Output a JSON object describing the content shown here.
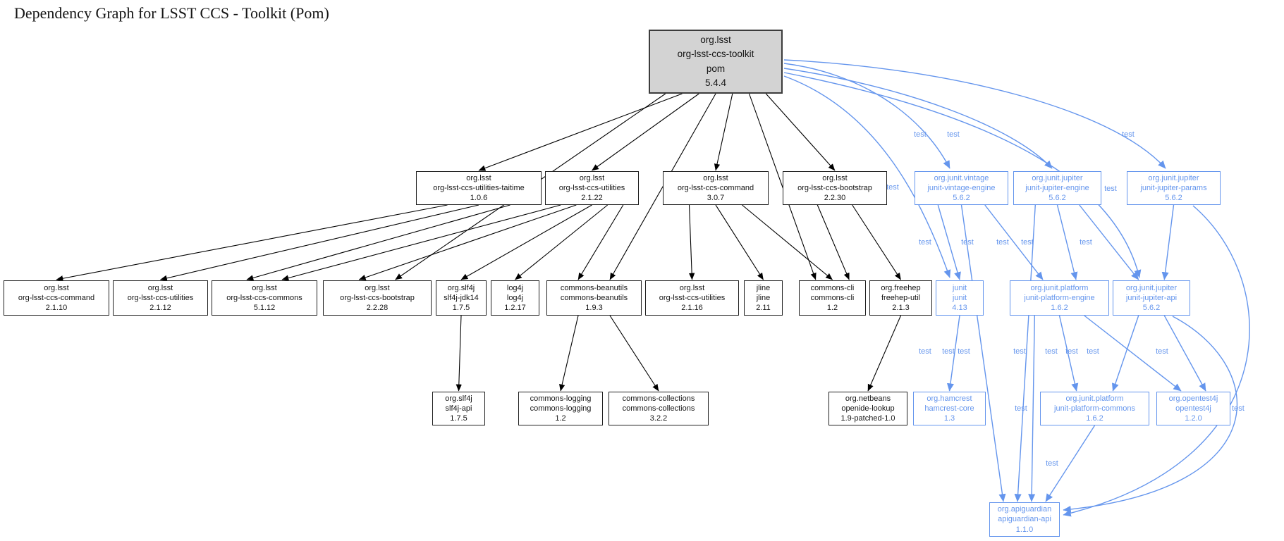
{
  "title": "Dependency Graph for LSST CCS - Toolkit (Pom)",
  "colors": {
    "accent_test": "#6495ED",
    "root_fill": "#d3d3d3",
    "edge_black": "#000000"
  },
  "nodes": [
    {
      "id": "root",
      "type": "root",
      "lines": [
        "org.lsst",
        "org-lsst-ccs-toolkit",
        "pom",
        "5.4.4"
      ]
    },
    {
      "id": "taitime",
      "type": "compile",
      "lines": [
        "org.lsst",
        "org-lsst-ccs-utilities-taitime",
        "1.0.6"
      ]
    },
    {
      "id": "utilities22",
      "type": "compile",
      "lines": [
        "org.lsst",
        "org-lsst-ccs-utilities",
        "2.1.22"
      ]
    },
    {
      "id": "command307",
      "type": "compile",
      "lines": [
        "org.lsst",
        "org-lsst-ccs-command",
        "3.0.7"
      ]
    },
    {
      "id": "bootstrap2230",
      "type": "compile",
      "lines": [
        "org.lsst",
        "org-lsst-ccs-bootstrap",
        "2.2.30"
      ]
    },
    {
      "id": "vintage",
      "type": "test",
      "lines": [
        "org.junit.vintage",
        "junit-vintage-engine",
        "5.6.2"
      ]
    },
    {
      "id": "jupengine",
      "type": "test",
      "lines": [
        "org.junit.jupiter",
        "junit-jupiter-engine",
        "5.6.2"
      ]
    },
    {
      "id": "jupparams",
      "type": "test",
      "lines": [
        "org.junit.jupiter",
        "junit-jupiter-params",
        "5.6.2"
      ]
    },
    {
      "id": "command2110",
      "type": "compile",
      "lines": [
        "org.lsst",
        "org-lsst-ccs-command",
        "2.1.10"
      ]
    },
    {
      "id": "utilities2112",
      "type": "compile",
      "lines": [
        "org.lsst",
        "org-lsst-ccs-utilities",
        "2.1.12"
      ]
    },
    {
      "id": "commons5112",
      "type": "compile",
      "lines": [
        "org.lsst",
        "org-lsst-ccs-commons",
        "5.1.12"
      ]
    },
    {
      "id": "bootstrap2228",
      "type": "compile",
      "lines": [
        "org.lsst",
        "org-lsst-ccs-bootstrap",
        "2.2.28"
      ]
    },
    {
      "id": "slf4jjdk14",
      "type": "compile",
      "lines": [
        "org.slf4j",
        "slf4j-jdk14",
        "1.7.5"
      ]
    },
    {
      "id": "log4j",
      "type": "compile",
      "lines": [
        "log4j",
        "log4j",
        "1.2.17"
      ]
    },
    {
      "id": "beanutils",
      "type": "compile",
      "lines": [
        "commons-beanutils",
        "commons-beanutils",
        "1.9.3"
      ]
    },
    {
      "id": "utilities2116",
      "type": "compile",
      "lines": [
        "org.lsst",
        "org-lsst-ccs-utilities",
        "2.1.16"
      ]
    },
    {
      "id": "jline",
      "type": "compile",
      "lines": [
        "jline",
        "jline",
        "2.11"
      ]
    },
    {
      "id": "commonscli",
      "type": "compile",
      "lines": [
        "commons-cli",
        "commons-cli",
        "1.2"
      ]
    },
    {
      "id": "freehep",
      "type": "compile",
      "lines": [
        "org.freehep",
        "freehep-util",
        "2.1.3"
      ]
    },
    {
      "id": "junit",
      "type": "test",
      "lines": [
        "junit",
        "junit",
        "4.13"
      ]
    },
    {
      "id": "platengine",
      "type": "test",
      "lines": [
        "org.junit.platform",
        "junit-platform-engine",
        "1.6.2"
      ]
    },
    {
      "id": "jupapi",
      "type": "test",
      "lines": [
        "org.junit.jupiter",
        "junit-jupiter-api",
        "5.6.2"
      ]
    },
    {
      "id": "slf4japi",
      "type": "compile",
      "lines": [
        "org.slf4j",
        "slf4j-api",
        "1.7.5"
      ]
    },
    {
      "id": "clogging",
      "type": "compile",
      "lines": [
        "commons-logging",
        "commons-logging",
        "1.2"
      ]
    },
    {
      "id": "ccollections",
      "type": "compile",
      "lines": [
        "commons-collections",
        "commons-collections",
        "3.2.2"
      ]
    },
    {
      "id": "openide",
      "type": "compile",
      "lines": [
        "org.netbeans",
        "openide-lookup",
        "1.9-patched-1.0"
      ]
    },
    {
      "id": "hamcrest",
      "type": "test",
      "lines": [
        "org.hamcrest",
        "hamcrest-core",
        "1.3"
      ]
    },
    {
      "id": "platcommons",
      "type": "test",
      "lines": [
        "org.junit.platform",
        "junit-platform-commons",
        "1.6.2"
      ]
    },
    {
      "id": "opentest4j",
      "type": "test",
      "lines": [
        "org.opentest4j",
        "opentest4j",
        "1.2.0"
      ]
    },
    {
      "id": "apiguardian",
      "type": "test",
      "lines": [
        "org.apiguardian",
        "apiguardian-api",
        "1.1.0"
      ]
    }
  ],
  "edges": [
    {
      "from": "root",
      "to": "taitime",
      "scope": "compile"
    },
    {
      "from": "root",
      "to": "utilities22",
      "scope": "compile"
    },
    {
      "from": "root",
      "to": "command307",
      "scope": "compile"
    },
    {
      "from": "root",
      "to": "bootstrap2230",
      "scope": "compile"
    },
    {
      "from": "root",
      "to": "bootstrap2228",
      "scope": "compile"
    },
    {
      "from": "root",
      "to": "beanutils",
      "scope": "compile"
    },
    {
      "from": "root",
      "to": "commonscli",
      "scope": "compile"
    },
    {
      "from": "taitime",
      "to": "command2110",
      "scope": "compile"
    },
    {
      "from": "taitime",
      "to": "utilities2112",
      "scope": "compile"
    },
    {
      "from": "taitime",
      "to": "commons5112",
      "scope": "compile"
    },
    {
      "from": "utilities22",
      "to": "commons5112",
      "scope": "compile"
    },
    {
      "from": "utilities22",
      "to": "bootstrap2228",
      "scope": "compile"
    },
    {
      "from": "utilities22",
      "to": "slf4jjdk14",
      "scope": "compile"
    },
    {
      "from": "utilities22",
      "to": "log4j",
      "scope": "compile"
    },
    {
      "from": "utilities22",
      "to": "beanutils",
      "scope": "compile"
    },
    {
      "from": "command307",
      "to": "utilities2116",
      "scope": "compile"
    },
    {
      "from": "command307",
      "to": "jline",
      "scope": "compile"
    },
    {
      "from": "command307",
      "to": "commonscli",
      "scope": "compile"
    },
    {
      "from": "bootstrap2230",
      "to": "commonscli",
      "scope": "compile"
    },
    {
      "from": "bootstrap2230",
      "to": "freehep",
      "scope": "compile"
    },
    {
      "from": "slf4jjdk14",
      "to": "slf4japi",
      "scope": "compile"
    },
    {
      "from": "beanutils",
      "to": "clogging",
      "scope": "compile"
    },
    {
      "from": "beanutils",
      "to": "ccollections",
      "scope": "compile"
    },
    {
      "from": "freehep",
      "to": "openide",
      "scope": "compile"
    },
    {
      "from": "root",
      "to": "vintage",
      "scope": "test",
      "label": "test"
    },
    {
      "from": "root",
      "to": "jupengine",
      "scope": "test",
      "label": "test"
    },
    {
      "from": "root",
      "to": "jupparams",
      "scope": "test",
      "label": "test"
    },
    {
      "from": "root",
      "to": "junit",
      "scope": "test",
      "label": "test"
    },
    {
      "from": "root",
      "to": "jupapi",
      "scope": "test",
      "label": "test"
    },
    {
      "from": "vintage",
      "to": "junit",
      "scope": "test",
      "label": "test"
    },
    {
      "from": "vintage",
      "to": "platengine",
      "scope": "test",
      "label": "test"
    },
    {
      "from": "vintage",
      "to": "apiguardian",
      "scope": "test",
      "label": "test"
    },
    {
      "from": "jupengine",
      "to": "platengine",
      "scope": "test",
      "label": "test"
    },
    {
      "from": "jupengine",
      "to": "jupapi",
      "scope": "test",
      "label": "test"
    },
    {
      "from": "jupengine",
      "to": "apiguardian",
      "scope": "test",
      "label": "test"
    },
    {
      "from": "jupparams",
      "to": "jupapi",
      "scope": "test",
      "label": "test"
    },
    {
      "from": "jupparams",
      "to": "apiguardian",
      "scope": "test",
      "label": "test"
    },
    {
      "from": "junit",
      "to": "hamcrest",
      "scope": "test",
      "label": "test"
    },
    {
      "from": "platengine",
      "to": "platcommons",
      "scope": "test",
      "label": "test"
    },
    {
      "from": "platengine",
      "to": "opentest4j",
      "scope": "test",
      "label": "test"
    },
    {
      "from": "platengine",
      "to": "apiguardian",
      "scope": "test",
      "label": "test"
    },
    {
      "from": "jupapi",
      "to": "platcommons",
      "scope": "test",
      "label": "test"
    },
    {
      "from": "jupapi",
      "to": "opentest4j",
      "scope": "test",
      "label": "test"
    },
    {
      "from": "jupapi",
      "to": "apiguardian",
      "scope": "test",
      "label": "test"
    },
    {
      "from": "platcommons",
      "to": "apiguardian",
      "scope": "test",
      "label": "test"
    }
  ]
}
